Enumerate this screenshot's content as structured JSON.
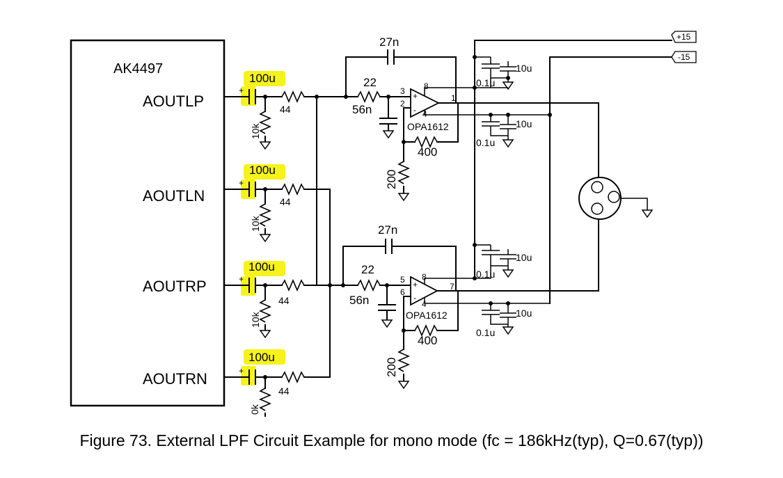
{
  "figure": {
    "caption": "Figure 73. External LPF Circuit Example for mono mode (fc = 186kHz(typ), Q=0.67(typ))"
  },
  "chip": {
    "name": "AK4497",
    "outputs": [
      "AOUTLP",
      "AOUTLN",
      "AOUTRP",
      "AOUTRN"
    ]
  },
  "input_stage": {
    "cap": "100u",
    "resistor": "44",
    "shunt": [
      "10k",
      "10k",
      "10k",
      "0k"
    ]
  },
  "filters": [
    {
      "opamp": "OPA1612",
      "feedback_cap": "27n",
      "series_resistor": "22",
      "shunt_cap": "56n",
      "feedback_resistor": "400",
      "ground_resistor": "200",
      "pins": {
        "in_plus": "3",
        "in_minus": "2",
        "out": "1",
        "vplus": "8",
        "vminus": "4"
      },
      "sign_plus": "+",
      "sign_minus": "-",
      "bypass": [
        "10u",
        "0.1u",
        "10u",
        "0.1u"
      ]
    },
    {
      "opamp": "OPA1612",
      "feedback_cap": "27n",
      "series_resistor": "22",
      "shunt_cap": "56n",
      "feedback_resistor": "400",
      "ground_resistor": "200",
      "pins": {
        "in_plus": "5",
        "in_minus": "6",
        "out": "7",
        "vplus": "8",
        "vminus": "4"
      },
      "sign_plus": "+",
      "sign_minus": "-",
      "bypass": [
        "10u",
        "0.1u",
        "10u",
        "0.1u"
      ]
    }
  ],
  "supply": {
    "positive": "+15",
    "negative": "-15"
  },
  "cap_polarity": "+"
}
